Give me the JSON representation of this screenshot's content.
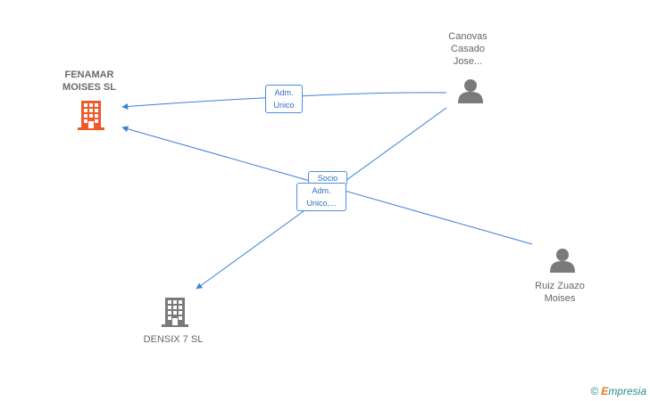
{
  "nodes": {
    "fenamar": {
      "label": "FENAMAR\nMOISES  SL",
      "icon": "building-icon",
      "color": "#f0592a"
    },
    "canovas": {
      "label": "Canovas\nCasado\nJose...",
      "icon": "person-icon",
      "color": "#7a7a7a"
    },
    "ruiz": {
      "label": "Ruiz Zuazo\nMoises",
      "icon": "person-icon",
      "color": "#7a7a7a"
    },
    "densix": {
      "label": "DENSIX 7  SL",
      "icon": "building-icon",
      "color": "#7a7a7a"
    }
  },
  "edges": {
    "canovas_fenamar": {
      "label": "Adm.\nUnico"
    },
    "ruiz_fenamar": {
      "label": "Socio"
    },
    "canovas_densix": {
      "label": "Adm.\nUnico,..."
    }
  },
  "colors": {
    "edge": "#3b82d6"
  },
  "footer": {
    "copyright": "©",
    "brand_initial": "E",
    "brand_rest": "mpresia"
  }
}
